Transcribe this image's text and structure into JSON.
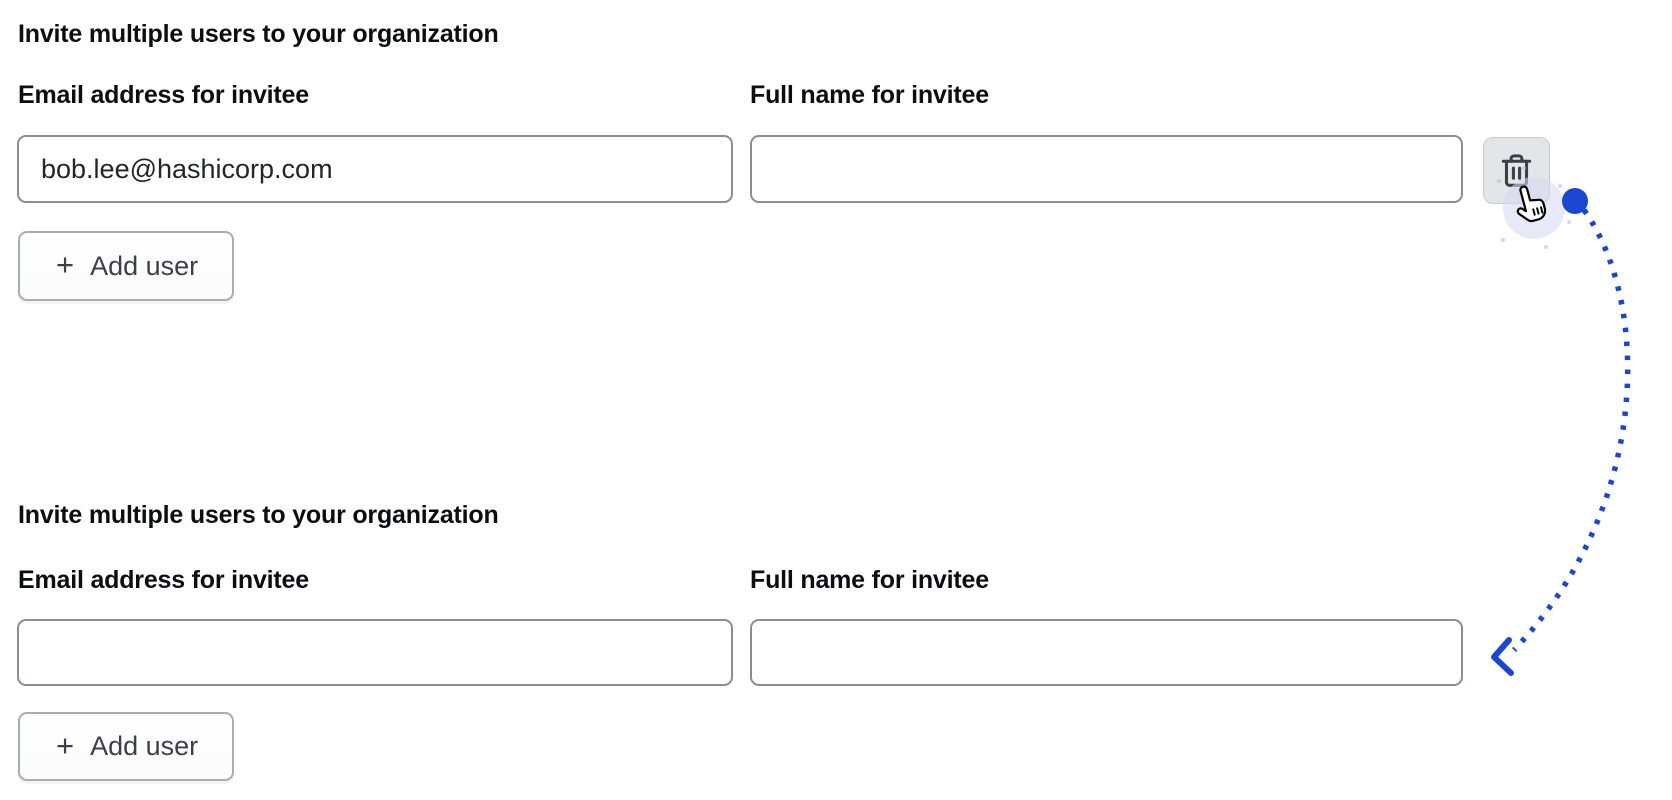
{
  "page": {
    "background": "#ffffff",
    "description_visible_ui": "Two states of an invite-users form; a dotted arrow shows the result of clicking the delete-row button"
  },
  "colors": {
    "heading_text": "#0d0e12",
    "label_text": "#0d0e12",
    "input_text": "#23252b",
    "input_border": "#8a8d97",
    "add_button_text": "#3d4048",
    "add_button_border": "#a9acb4",
    "delete_button_bg": "#e4e5e9",
    "trash_icon": "#3c3f46",
    "annotation_blue": "#1b46d1",
    "cursor_halo": "#d5d9f0"
  },
  "sections": [
    {
      "heading": "Invite multiple users to your organization",
      "fields": [
        {
          "label": "Email address for invitee",
          "value": "bob.lee@hashicorp.com"
        },
        {
          "label": "Full name for invitee",
          "value": ""
        }
      ],
      "add_user_button": {
        "icon": "+",
        "label": "Add user"
      },
      "delete_button": {
        "icon": "trash-icon"
      }
    },
    {
      "heading": "Invite multiple users to your organization",
      "fields": [
        {
          "label": "Email address for invitee",
          "value": ""
        },
        {
          "label": "Full name for invitee",
          "value": ""
        }
      ],
      "add_user_button": {
        "icon": "+",
        "label": "Add user"
      }
    }
  ],
  "annotation": {
    "type": "dotted-curved-arrow",
    "color": "#1b46d1",
    "from": "delete-row-button",
    "to": "second-form-row",
    "cursor": "hand-pointer-cursor"
  }
}
